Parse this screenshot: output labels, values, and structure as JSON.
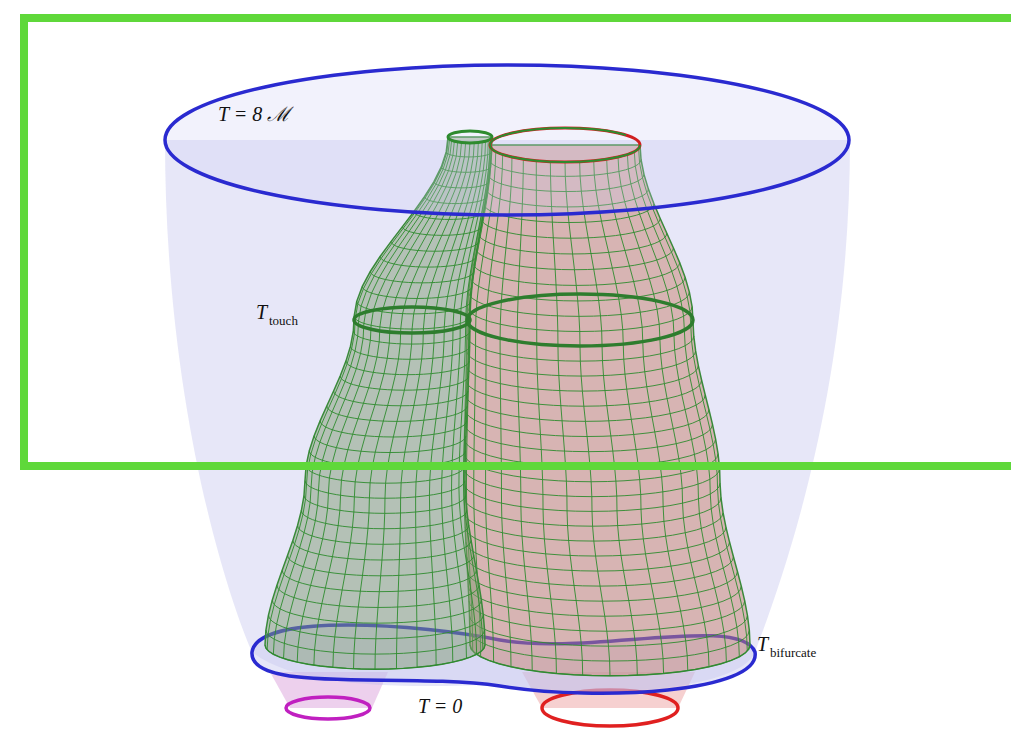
{
  "diagram": {
    "labels": [
      "T = 8 ℳ",
      "T",
      "touch",
      "T",
      "bifurcate",
      "T = 0"
    ]
  }
}
